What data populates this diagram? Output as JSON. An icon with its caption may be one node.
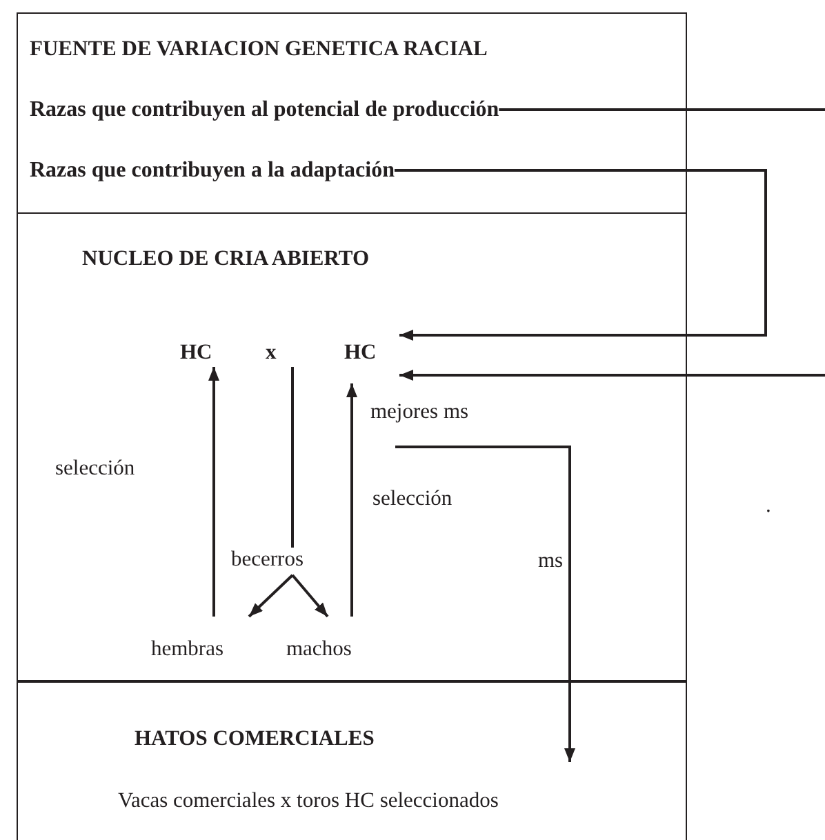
{
  "diagram": {
    "nodes": [
      {
        "text": [
          "FUENTE DE VARIACION GENETICA RACIAL"
        ]
      },
      {
        "text": [
          "Razas que contribuyen al potencial de producción"
        ],
        "in": 0
      },
      {
        "text": [
          "Razas que contribuyen a la adaptación"
        ],
        "in": 0
      },
      {
        "text": [
          "NUCLEO DE CRIA ABIERTO"
        ]
      },
      {
        "text": [
          "HC"
        ],
        "in": 3
      },
      {
        "text": [
          "x"
        ],
        "in": 3
      },
      {
        "text": [
          "HC"
        ],
        "in": 3
      },
      {
        "text": [
          "mejores ms"
        ],
        "in": 3
      },
      {
        "text": [
          "becerros"
        ],
        "in": 3
      },
      {
        "text": [
          "hembras"
        ],
        "in": 3
      },
      {
        "text": [
          "machos"
        ],
        "in": 3
      },
      {
        "text": [
          "HATOS COMERCIALES"
        ]
      },
      {
        "text": [
          "Vacas comerciales x toros HC seleccionados"
        ],
        "in": 11
      }
    ],
    "edges": [
      {
        "from": 1,
        "to": null,
        "arrow": "none"
      },
      {
        "from": null,
        "to": 6,
        "arrow": "to"
      },
      {
        "from": 2,
        "to": 6,
        "arrow": "to"
      },
      {
        "from": 9,
        "to": 4,
        "arrow": "to"
      },
      {
        "from": 10,
        "to": 6,
        "arrow": "to"
      },
      {
        "from": 5,
        "to": 8,
        "arrow": "none"
      },
      {
        "from": 8,
        "to": 9,
        "arrow": "to"
      },
      {
        "from": 8,
        "to": 10,
        "arrow": "to"
      },
      {
        "from": 7,
        "to": 12,
        "arrow": "to",
        "label": "ms"
      }
    ],
    "labels": [
      "selección",
      "selección",
      "."
    ]
  }
}
